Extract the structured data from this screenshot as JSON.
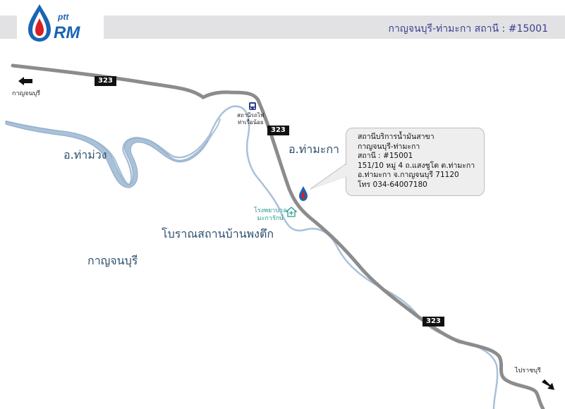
{
  "header": {
    "title": "กาญจนบุรี-ท่ามะกา สถานี : #15001"
  },
  "logo": {
    "brand_top": "ptt",
    "brand_bottom": "RM",
    "colors": {
      "blue": "#1a64b4",
      "red": "#d71f26"
    }
  },
  "map": {
    "road_number": "323",
    "direction_left": "กาญจนบุรี",
    "direction_right": "ไปราชบุรี",
    "districts": {
      "tha_muang": "อ.ท่าม่วง",
      "tha_maka": "อ.ท่ามะกา",
      "kanchanaburi": "กาญจนบุรี"
    },
    "landmarks": {
      "railway_station_line1": "สถานีรถไฟ",
      "railway_station_line2": "ท่าเรือน้อย",
      "hospital_line1": "โรงพยาบาล",
      "hospital_line2": "มะการักษ์",
      "historic_site": "โบราณสถานบ้านพงตึก"
    },
    "colors": {
      "road": "#8c8c8c",
      "river": "#a9c1d9",
      "river_edge": "#8eaac6"
    }
  },
  "station": {
    "line1": "สถานีบริการน้ำมันสาขา",
    "line2": "กาญจนบุรี-ท่ามะกา",
    "line3": "สถานี : #15001",
    "line4": "151/10 หมู่ 4 ถ.แสงชูโต ต.ท่ามะกา",
    "line5": "อ.ท่ามะกา  จ.กาญจนบุรี   71120",
    "line6": "โทร 034-64007180"
  }
}
